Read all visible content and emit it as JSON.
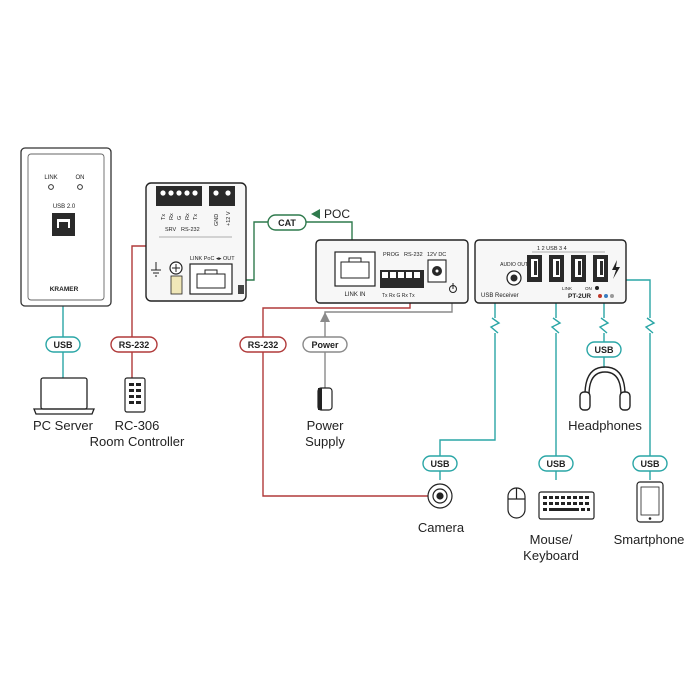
{
  "wallplate": {
    "link_led": "LINK",
    "on_led": "ON",
    "usb_port": "USB 2.0",
    "brand": "KRAMER"
  },
  "transmitter": {
    "rs232_pins": [
      "Tx",
      "Rx",
      "G",
      "Rx",
      "Tx"
    ],
    "srv_label": "SRV",
    "rs232_label": "RS-232",
    "power_pins": [
      "GND",
      "+12 V"
    ],
    "link_label": "LINK PoC ◂▸ OUT"
  },
  "extender": {
    "link_in": "LINK IN",
    "prog": "PROG",
    "rs232": "RS-232",
    "dc": "12V DC",
    "pins": "Tx Rx G Rx Tx"
  },
  "receiver": {
    "audio_out": "AUDIO OUT",
    "usb_header": "1    2 USB 3    4",
    "model": "PT-2UR",
    "usb_receiver": "USB Receiver",
    "link": "LINK",
    "on": "ON"
  },
  "badges": {
    "usb": "USB",
    "rs232": "RS-232",
    "cat": "CAT",
    "power": "Power",
    "poc": "POC"
  },
  "devices": {
    "pc_server": "PC Server",
    "rc306_line1": "RC-306",
    "rc306_line2": "Room Controller",
    "power_supply_line1": "Power",
    "power_supply_line2": "Supply",
    "camera": "Camera",
    "mouse_line1": "Mouse/",
    "mouse_line2": "Keyboard",
    "smartphone": "Smartphone",
    "headphones": "Headphones"
  },
  "colors": {
    "usb": "#2aa6a6",
    "rs232": "#b03a3a",
    "cat": "#2f7a4d",
    "power": "#8a8a8a",
    "device": "#222222"
  }
}
